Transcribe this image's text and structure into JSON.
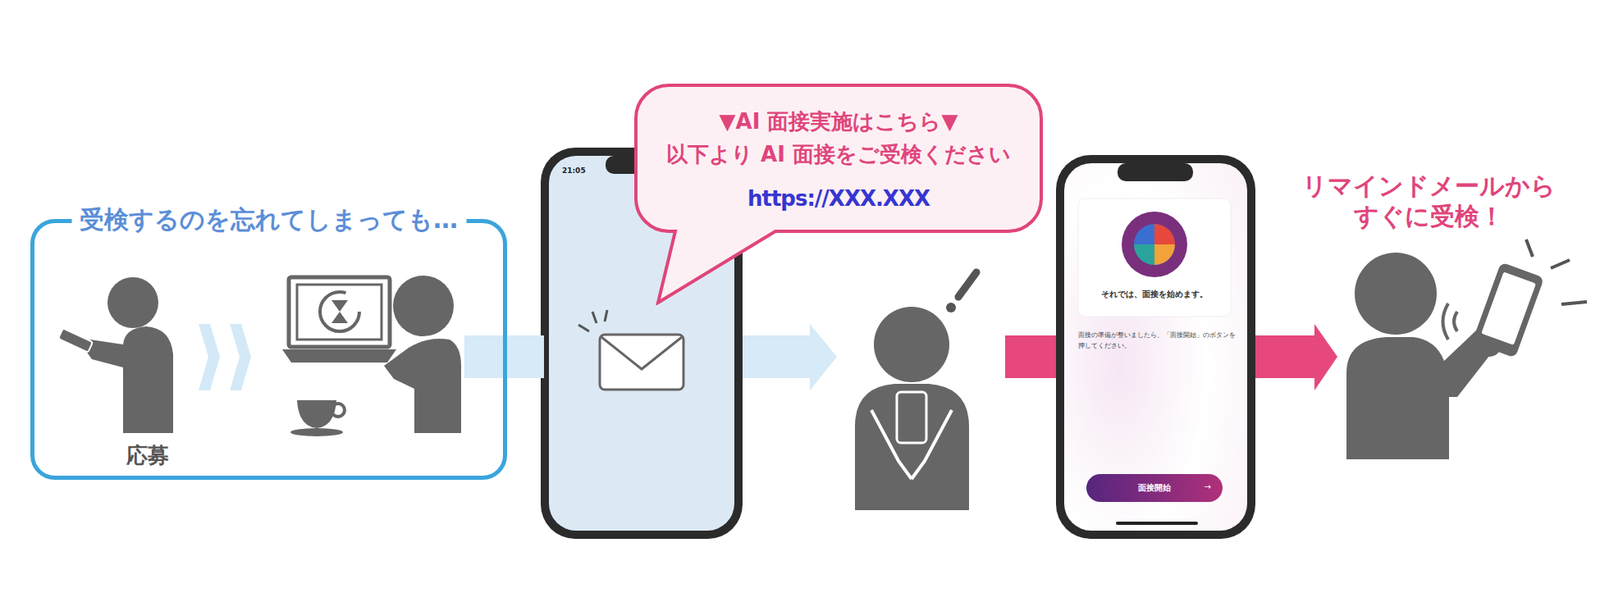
{
  "diagram": {
    "nodes": [
      {
        "text": [
          "受検するのを忘れてしまっても…"
        ]
      },
      {
        "text": [
          "21:05"
        ]
      },
      {
        "text": [
          "▼AI 面接実施はこちら▼",
          "以下より AI 面接をご受検ください",
          "https://XXX.XXX"
        ]
      },
      {
        "text": [
          "面接の準備が整いましたら、「面接開始」のボタンを押してください。"
        ]
      },
      {
        "text": [
          "それでは、面接を始めます。"
        ],
        "in": 3
      },
      {
        "text": [
          "面接開始",
          "→"
        ],
        "in": 3
      }
    ],
    "edges": [
      {
        "from": 0,
        "to": 1,
        "arrow": "none"
      }
    ],
    "labels": [
      "応募",
      "リマインドメールから すぐに受検！"
    ]
  }
}
